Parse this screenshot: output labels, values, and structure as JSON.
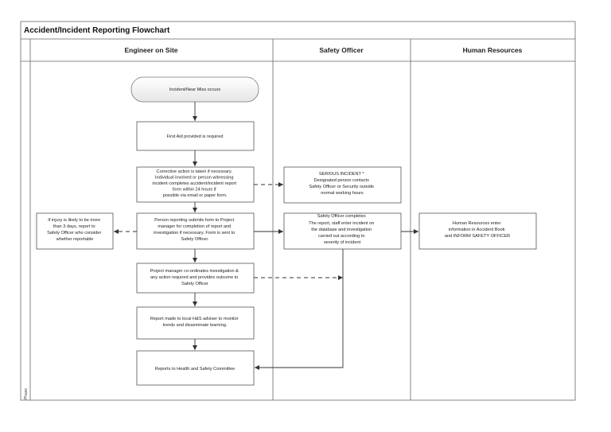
{
  "title": "Accident/Incident Reporting Flowchart",
  "phase_label": "Phase",
  "lanes": [
    "Engineer on Site",
    "Safety Officer",
    "Human Resources"
  ],
  "nodes": {
    "start": [
      "Incident/Near Miss occurs"
    ],
    "first_aid": [
      "First Aid provided is required"
    ],
    "corrective": [
      "Corrective action is taken if necessary.",
      "Individual involved or person witnessing",
      "incident completes accident/incident report",
      "form within 24 hours if",
      "possible via email or paper form."
    ],
    "serious": [
      "SERIOUS INCIDENT *",
      "Designated person contacts",
      "Safety Officer or Security  outside",
      "normal working hours"
    ],
    "injury": [
      "If injury is likely to be more",
      "than 3 days, report to",
      "Safety Officer who consider",
      "whether reportable"
    ],
    "person_reporting": [
      "Person reporting submits form to Project",
      "manager for completion of report  and",
      "investigation if necessary. Form is sent to",
      "Safety Officer."
    ],
    "safety_officer": [
      "Safety Officer completes",
      "The report, staff enter incident on",
      "the database and investigation",
      "carried out according to",
      "severity of incident"
    ],
    "hr": [
      "Human Resources enter",
      "information in Accident Book",
      "and INFORM SAFETY OFFICER"
    ],
    "pm": [
      "Project manager co-ordinates investigation &",
      "any action required and provides outcome to",
      "Safety Officer"
    ],
    "report_hs": [
      "Report made to local H&S adviser to monitor",
      "trends and disseminate learning."
    ],
    "committee": [
      "Reports to Health and Safety Committee"
    ]
  }
}
